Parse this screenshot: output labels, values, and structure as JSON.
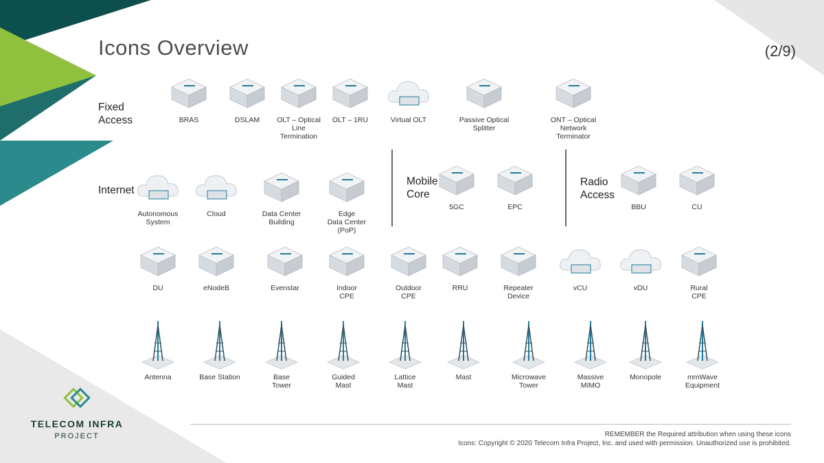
{
  "title": "Icons Overview",
  "page_indicator": "(2/9)",
  "colors": {
    "dark_teal": "#0c4f4d",
    "lime": "#8fc13e",
    "teal": "#2a8a8c",
    "icon_blue": "#1e7b9b",
    "icon_grey": "#d6dbe0"
  },
  "sections": {
    "fixed_access": "Fixed\nAccess",
    "internet": "Internet",
    "mobile_core": "Mobile\nCore",
    "radio_access": "Radio\nAccess"
  },
  "items": [
    {
      "label": "BRAS",
      "icon": "router-icon"
    },
    {
      "label": "DSLAM",
      "icon": "dslam-icon"
    },
    {
      "label": "OLT – Optical\nLine\nTermination",
      "icon": "olt-icon"
    },
    {
      "label": "OLT – 1RU",
      "icon": "olt-1ru-icon"
    },
    {
      "label": "Virtual OLT",
      "icon": "virtual-olt-icon"
    },
    {
      "label": "Passive Optical\nSplitter",
      "icon": "splitter-icon"
    },
    {
      "label": "ONT – Optical\nNetwork\nTerminator",
      "icon": "ont-icon"
    },
    {
      "label": "Autonomous\nSystem",
      "icon": "autonomous-system-icon"
    },
    {
      "label": "Cloud",
      "icon": "cloud-icon"
    },
    {
      "label": "Data Center\nBuilding",
      "icon": "data-center-icon"
    },
    {
      "label": "Edge\nData Center\n(PoP)",
      "icon": "edge-data-center-icon"
    },
    {
      "label": "5GC",
      "icon": "5gc-icon"
    },
    {
      "label": "EPC",
      "icon": "epc-icon"
    },
    {
      "label": "BBU",
      "icon": "bbu-icon"
    },
    {
      "label": "CU",
      "icon": "cu-icon"
    },
    {
      "label": "DU",
      "icon": "du-icon"
    },
    {
      "label": "eNodeB",
      "icon": "enodeb-icon"
    },
    {
      "label": "Evenstar",
      "icon": "evenstar-icon"
    },
    {
      "label": "Indoor\nCPE",
      "icon": "indoor-cpe-icon"
    },
    {
      "label": "Outdoor\nCPE",
      "icon": "outdoor-cpe-icon"
    },
    {
      "label": "RRU",
      "icon": "rru-icon"
    },
    {
      "label": "Repeater\nDevice",
      "icon": "repeater-icon"
    },
    {
      "label": "vCU",
      "icon": "vcu-icon"
    },
    {
      "label": "vDU",
      "icon": "vdu-icon"
    },
    {
      "label": "Rural\nCPE",
      "icon": "rural-cpe-icon"
    },
    {
      "label": "Antenna",
      "icon": "antenna-icon"
    },
    {
      "label": "Base Station",
      "icon": "base-station-icon"
    },
    {
      "label": "Base\nTower",
      "icon": "base-tower-icon"
    },
    {
      "label": "Guided\nMast",
      "icon": "guided-mast-icon"
    },
    {
      "label": "Lattice\nMast",
      "icon": "lattice-mast-icon"
    },
    {
      "label": "Mast",
      "icon": "mast-icon"
    },
    {
      "label": "Microwave\nTower",
      "icon": "microwave-tower-icon"
    },
    {
      "label": "Massive\nMIMO",
      "icon": "massive-mimo-icon"
    },
    {
      "label": "Monopole",
      "icon": "monopole-icon"
    },
    {
      "label": "mmWave\nEquipment",
      "icon": "mmwave-icon"
    }
  ],
  "footer": {
    "line1": "REMEMBER the Required attribution when using these icons",
    "line2": "Icons: Copyright © 2020 Telecom Infra Project, Inc. and used with permission. Unauthorized use is prohibited."
  },
  "logo": {
    "name": "TELECOM INFRA",
    "sub": "PROJECT"
  }
}
